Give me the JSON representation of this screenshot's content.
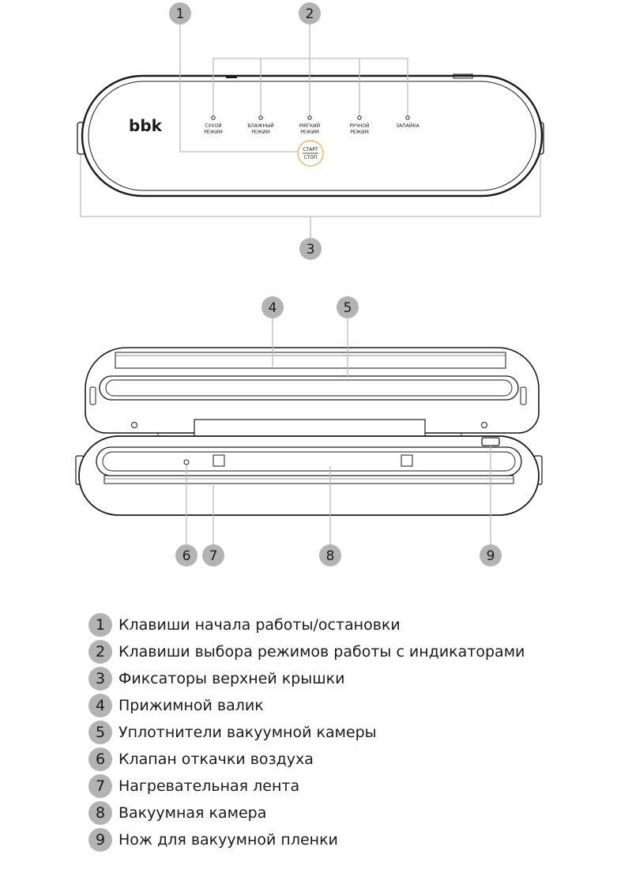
{
  "top_device": {
    "brand": "bbk",
    "buttons": [
      {
        "line1": "СУХОЙ",
        "line2": "РЕЖИМ"
      },
      {
        "line1": "ВЛАЖНЫЙ",
        "line2": "РЕЖИМ"
      },
      {
        "line1": "МЯГКИЙ",
        "line2": "РЕЖИМ"
      },
      {
        "line1": "РУЧНОЙ",
        "line2": "РЕЖИМ"
      },
      {
        "line1": "ЗАПАЙКА",
        "line2": ""
      }
    ],
    "start_stop": {
      "line1": "СТАРТ",
      "line2": "СТОП"
    }
  },
  "callouts": {
    "c1": "1",
    "c2": "2",
    "c3": "3",
    "c4": "4",
    "c5": "5",
    "c6": "6",
    "c7": "7",
    "c8": "8",
    "c9": "9"
  },
  "legend": [
    {
      "num": "1",
      "text": "Клавиши начала работы/остановки"
    },
    {
      "num": "2",
      "text": "Клавиши выбора режимов работы с индикаторами"
    },
    {
      "num": "3",
      "text": "Фиксаторы верхней крышки"
    },
    {
      "num": "4",
      "text": "Прижимной валик"
    },
    {
      "num": "5",
      "text": "Уплотнители вакуумной камеры"
    },
    {
      "num": "6",
      "text": "Клапан откачки воздуха"
    },
    {
      "num": "7",
      "text": "Нагревательная лента"
    },
    {
      "num": "8",
      "text": "Вакуумная камера"
    },
    {
      "num": "9",
      "text": "Нож для вакуумной пленки"
    }
  ]
}
